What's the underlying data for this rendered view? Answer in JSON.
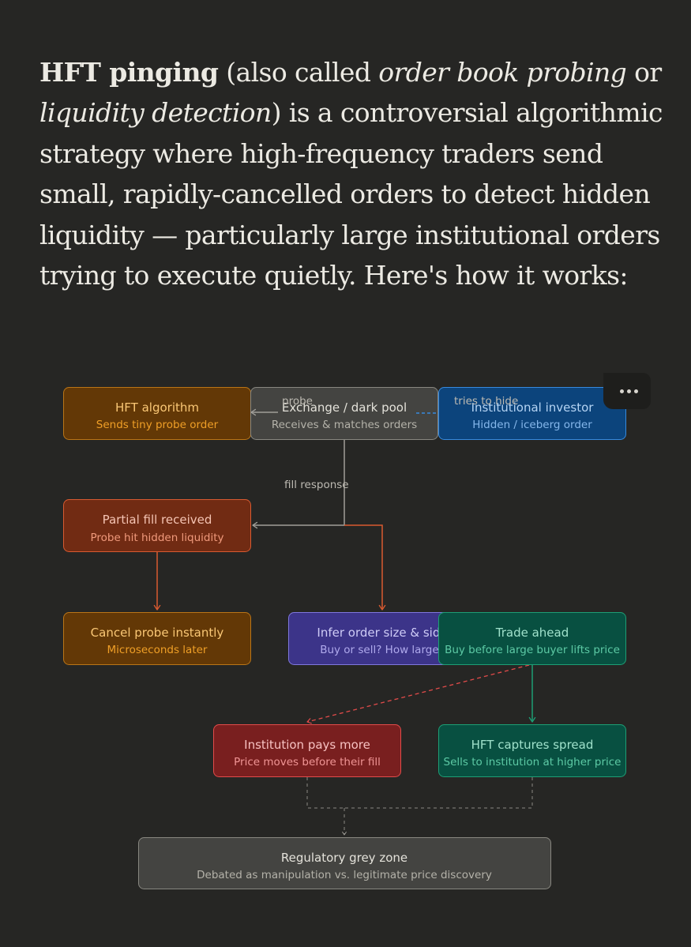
{
  "intro": {
    "term": "HFT pinging",
    "t1": " (also called ",
    "alias1": "order book probing",
    "t2": " or ",
    "alias2": "liquidity detection",
    "t3": ") is a controversial algorithmic strategy where high-frequency traders send small, rapidly-cancelled orders to detect hidden liquidity — particularly large institutional orders trying to execute quietly. Here's how it works:"
  },
  "diagram": {
    "nodes": {
      "hft": {
        "title": "HFT algorithm",
        "subtitle": "Sends tiny probe order"
      },
      "exchange": {
        "title": "Exchange / dark pool",
        "subtitle": "Receives & matches orders"
      },
      "investor": {
        "title": "Institutional investor",
        "subtitle": "Hidden / iceberg order"
      },
      "partial": {
        "title": "Partial fill received",
        "subtitle": "Probe hit hidden liquidity"
      },
      "cancel": {
        "title": "Cancel probe instantly",
        "subtitle": "Microseconds later"
      },
      "infer": {
        "title": "Infer order size & side",
        "subtitle": "Buy or sell? How large?"
      },
      "ahead": {
        "title": "Trade ahead",
        "subtitle": "Buy before large buyer lifts price"
      },
      "pays": {
        "title": "Institution pays more",
        "subtitle": "Price moves before their fill"
      },
      "captures": {
        "title": "HFT captures spread",
        "subtitle": "Sells to institution at higher price"
      },
      "grey": {
        "title": "Regulatory grey zone",
        "subtitle": "Debated as manipulation vs. legitimate price discovery"
      }
    },
    "edge_labels": {
      "probe": "probe",
      "hide": "tries to hide",
      "fill": "fill response"
    },
    "colors": {
      "amber_fill": "#633806",
      "amber_stroke": "#BA7517",
      "amber_sub": "#EF9F27",
      "gray_fill": "#444441",
      "gray_stroke": "#888780",
      "blue_fill": "#0C447C",
      "blue_stroke": "#378ADD",
      "blue_sub": "#85B7EB",
      "coral_fill": "#712B13",
      "coral_stroke": "#D85A30",
      "coral_sub": "#F0997B",
      "purple_fill": "#3C3489",
      "purple_stroke": "#7F77DD",
      "purple_sub": "#AFA9EC",
      "teal_fill": "#085041",
      "teal_stroke": "#1D9E75",
      "teal_sub": "#5DCAA5",
      "red_fill": "#791F1F",
      "red_stroke": "#E24B4A",
      "red_sub": "#F09595"
    }
  },
  "menu": {
    "icon": "more-horizontal-icon"
  }
}
